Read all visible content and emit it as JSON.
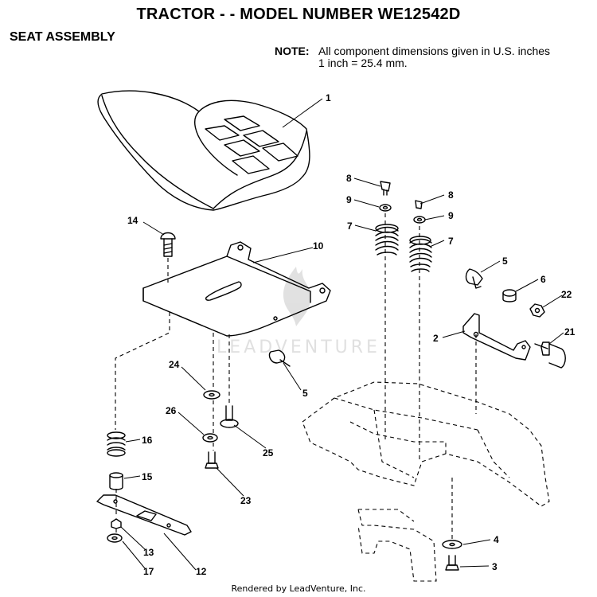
{
  "header": {
    "title": "TRACTOR - - MODEL NUMBER WE12542D",
    "subtitle": "SEAT ASSEMBLY"
  },
  "note": {
    "label": "NOTE:",
    "line1": "All component dimensions given in U.S. inches",
    "line2": "1 inch = 25.4 mm."
  },
  "watermark": {
    "text": "LEADVENTURE"
  },
  "footer": {
    "text": "Rendered by LeadVenture, Inc."
  },
  "callouts": {
    "c1": "1",
    "c8a": "8",
    "c9a": "9",
    "c7a": "7",
    "c8b": "8",
    "c9b": "9",
    "c7b": "7",
    "c14": "14",
    "c10": "10",
    "c5a": "5",
    "c6": "6",
    "c22": "22",
    "c2": "2",
    "c21": "21",
    "c5b": "5",
    "c24": "24",
    "c26": "26",
    "c25": "25",
    "c16": "16",
    "c15": "15",
    "c23": "23",
    "c4": "4",
    "c13": "13",
    "c3": "3",
    "c17": "17",
    "c12": "12"
  }
}
